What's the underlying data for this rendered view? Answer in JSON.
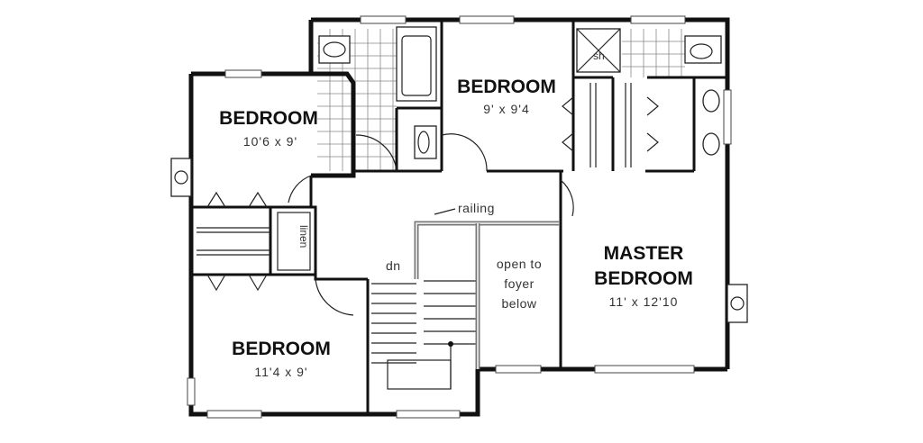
{
  "rooms": {
    "bedroom_nw": {
      "name": "BEDROOM",
      "size": "10'6 x 9'"
    },
    "bedroom_n": {
      "name": "BEDROOM",
      "size": "9' x 9'4"
    },
    "bedroom_sw": {
      "name": "BEDROOM",
      "size": "11'4 x 9'"
    },
    "master": {
      "name_line1": "MASTER",
      "name_line2": "BEDROOM",
      "size": "11' x 12'10"
    }
  },
  "labels": {
    "shower": "sh",
    "railing": "railing",
    "linen": "linen",
    "stairs_down": "dn",
    "open_line1": "open to",
    "open_line2": "foyer",
    "open_line3": "below"
  }
}
